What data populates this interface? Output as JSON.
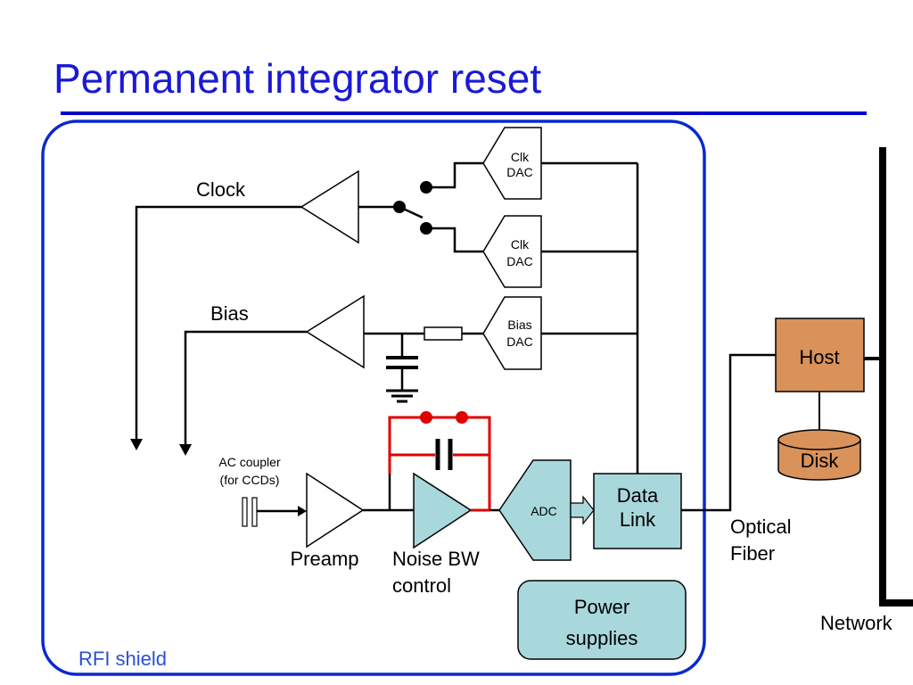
{
  "title": "Permanent integrator reset",
  "colors": {
    "title": "#1a1ad6",
    "rule": "#0000cc",
    "shield": "#0a28d0",
    "shield_label": "#2a4fd6",
    "reset_path": "#e00000",
    "host_fill": "#d8925a",
    "adc_fill": "#a8d8dc"
  },
  "labels": {
    "clock": "Clock",
    "bias": "Bias",
    "clk_dac_1_line1": "Clk",
    "clk_dac_1_line2": "DAC",
    "clk_dac_2_line1": "Clk",
    "clk_dac_2_line2": "DAC",
    "bias_dac_line1": "Bias",
    "bias_dac_line2": "DAC",
    "ac_coupler_line1": "AC coupler",
    "ac_coupler_line2": "(for CCDs)",
    "preamp": "Preamp",
    "noise_bw_line1": "Noise BW",
    "noise_bw_line2": "control",
    "adc": "ADC",
    "data_link_line1": "Data",
    "data_link_line2": "Link",
    "optical_fiber_line1": "Optical",
    "optical_fiber_line2": "Fiber",
    "host": "Host",
    "disk": "Disk",
    "power_supplies_line1": "Power",
    "power_supplies_line2": "supplies",
    "network": "Network",
    "rfi_shield": "RFI shield"
  }
}
